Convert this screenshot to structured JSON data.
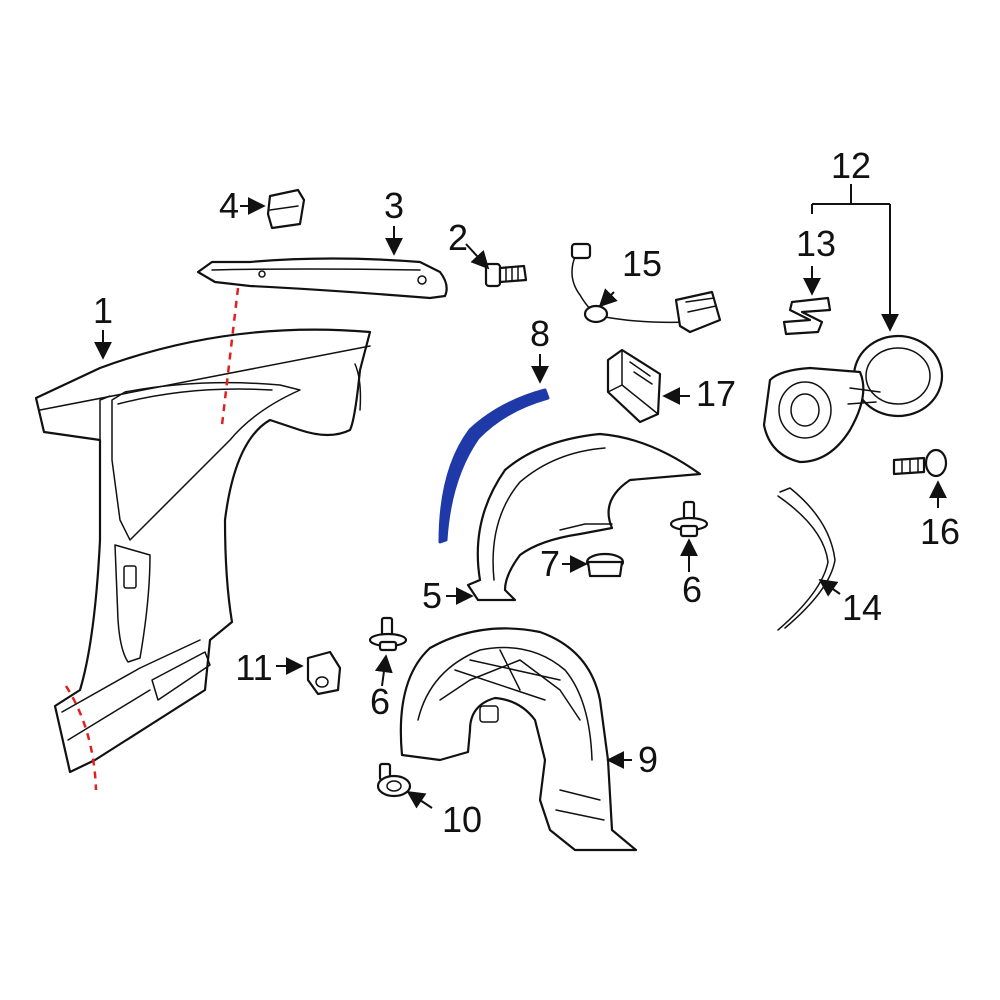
{
  "colors": {
    "line": "#111111",
    "background": "#ffffff",
    "highlight": "#1f3aa8",
    "cut_line": "#e02020"
  },
  "callouts": {
    "c1": "1",
    "c2": "2",
    "c3": "3",
    "c4": "4",
    "c5": "5",
    "c6a": "6",
    "c6b": "6",
    "c7": "7",
    "c8": "8",
    "c9": "9",
    "c10": "10",
    "c11": "11",
    "c12": "12",
    "c13": "13",
    "c14": "14",
    "c15": "15",
    "c16": "16",
    "c17": "17"
  },
  "highlighted_part": "8"
}
